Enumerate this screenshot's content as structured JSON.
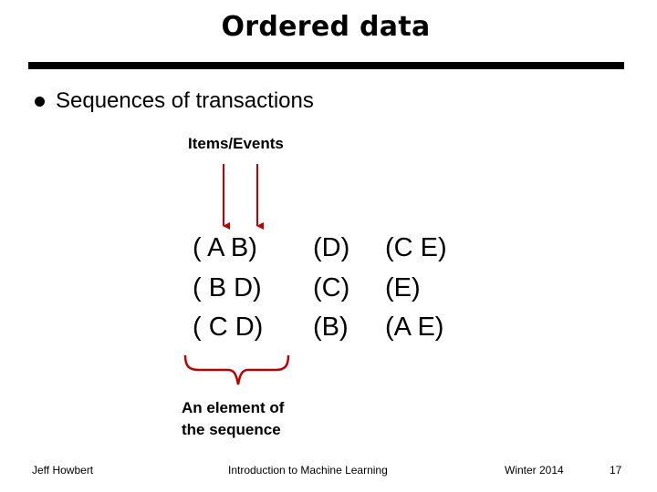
{
  "slide": {
    "title": "Ordered data",
    "bullet": "Sequences of transactions",
    "items_label": "Items/Events",
    "sequences": [
      [
        "( A B)",
        "(D)",
        "(C E)"
      ],
      [
        "( B D)",
        "(C)",
        "(E)"
      ],
      [
        "( C D)",
        "(B)",
        "(A E)"
      ]
    ],
    "element_label_line1": "An element of",
    "element_label_line2": "the sequence"
  },
  "footer": {
    "author": "Jeff Howbert",
    "course": "Introduction to Machine Learning",
    "term": "Winter 2014",
    "page": "17"
  },
  "colors": {
    "annotation": "#c00000",
    "text": "#000000",
    "background": "#ffffff"
  }
}
